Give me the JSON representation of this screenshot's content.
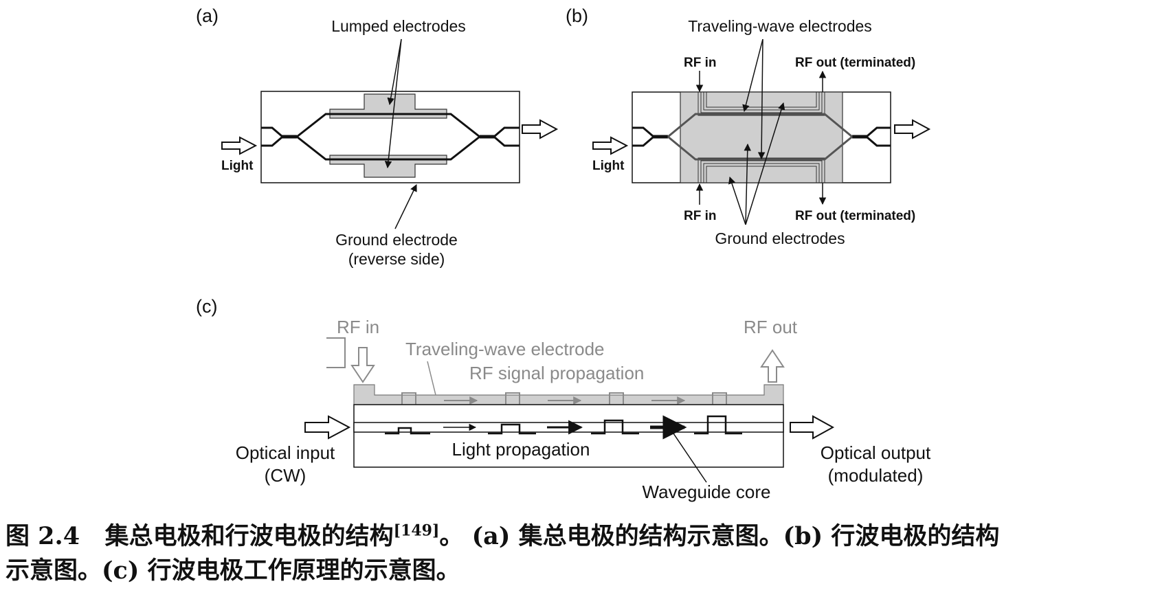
{
  "panel_a": {
    "tag": "(a)",
    "lumped_electrodes": "Lumped electrodes",
    "light": "Light",
    "ground_line1": "Ground electrode",
    "ground_line2": "(reverse side)"
  },
  "panel_b": {
    "tag": "(b)",
    "traveling_wave": "Traveling-wave electrodes",
    "rf_in_top": "RF in",
    "rf_out_top": "RF out (terminated)",
    "light": "Light",
    "rf_in_bottom": "RF in",
    "rf_out_bottom": "RF out (terminated)",
    "ground_electrodes": "Ground electrodes"
  },
  "panel_c": {
    "tag": "(c)",
    "rf_in": "RF in",
    "rf_out": "RF out",
    "traveling_wave_electrode": "Traveling-wave electrode",
    "rf_propagation": "RF signal propagation",
    "light_propagation": "Light propagation",
    "optical_input_1": "Optical input",
    "optical_input_2": "(CW)",
    "optical_output_1": "Optical output",
    "optical_output_2": "(modulated)",
    "waveguide_core": "Waveguide core"
  },
  "caption": {
    "label": "图 2.4",
    "title": "集总电极和行波电极的结构",
    "ref": "[149]",
    "rest_line1": "。 (a) 集总电极的结构示意图。(b) 行波电极的结构",
    "line2": "示意图。(c) 行波电极工作原理的示意图。"
  }
}
